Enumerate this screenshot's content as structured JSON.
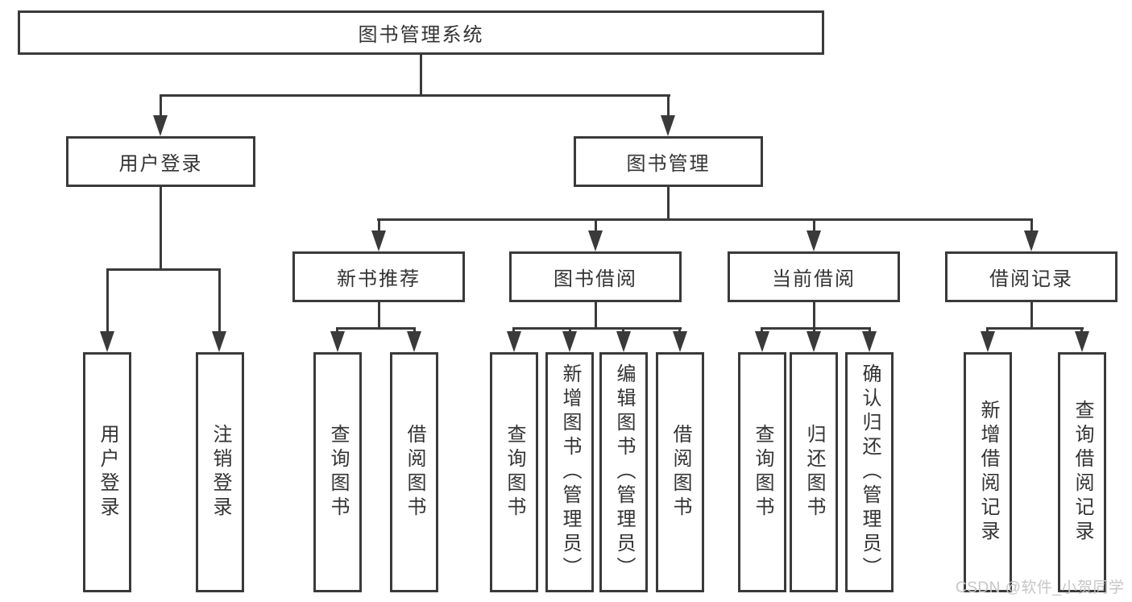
{
  "tree": {
    "root": {
      "label": "图书管理系统"
    },
    "branches": [
      {
        "label": "用户登录",
        "children": [
          {
            "label": "用户登录"
          },
          {
            "label": "注销登录"
          }
        ]
      },
      {
        "label": "图书管理",
        "children": [
          {
            "label": "新书推荐",
            "children": [
              {
                "label": "查询图书"
              },
              {
                "label": "借阅图书"
              }
            ]
          },
          {
            "label": "图书借阅",
            "children": [
              {
                "label": "查询图书"
              },
              {
                "label": "新增图书（管理员）"
              },
              {
                "label": "编辑图书（管理员）"
              },
              {
                "label": "借阅图书"
              }
            ]
          },
          {
            "label": "当前借阅",
            "children": [
              {
                "label": "查询图书"
              },
              {
                "label": "归还图书"
              },
              {
                "label": "确认归还（管理员）"
              }
            ]
          },
          {
            "label": "借阅记录",
            "children": [
              {
                "label": "新增借阅记录"
              },
              {
                "label": "查询借阅记录"
              }
            ]
          }
        ]
      }
    ]
  },
  "watermark": "CSDN @软件_小贺同学",
  "colors": {
    "line": "#3a3a3a",
    "text": "#333333",
    "background": "#ffffff",
    "watermark": "#c6c6c6"
  }
}
